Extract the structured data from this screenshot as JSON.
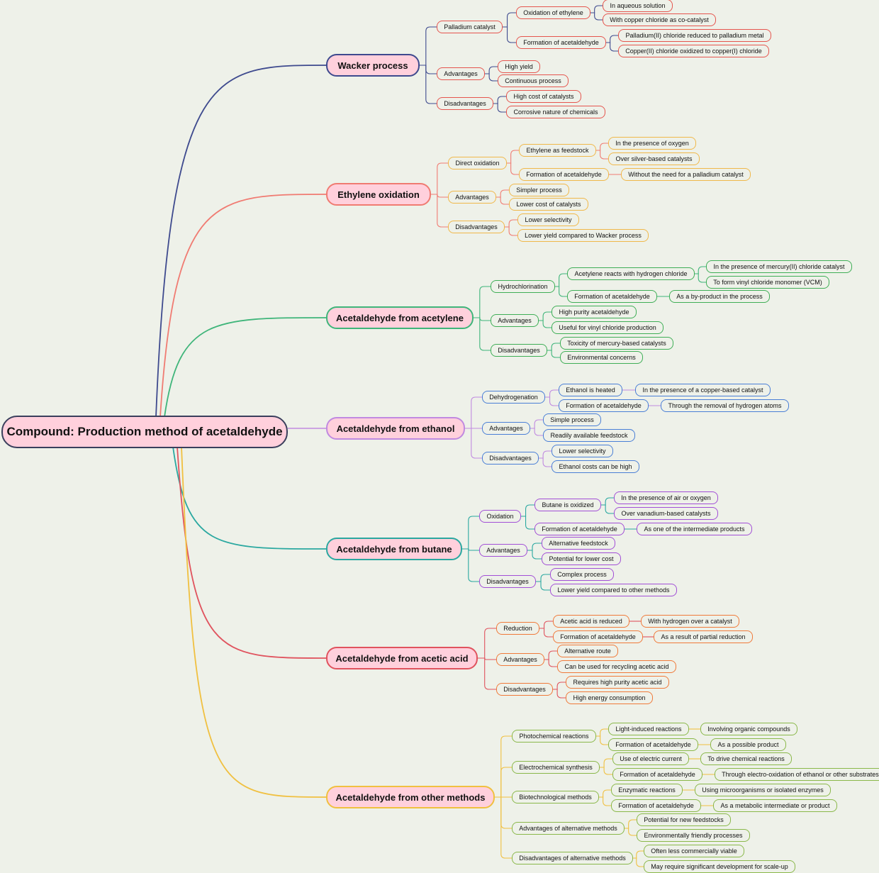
{
  "root": "Compound: Production method of acetaldehyde",
  "branches": [
    {
      "label": "Wacker process",
      "color": "#3e4a8e",
      "leaf_color": "#e5554e",
      "children": [
        {
          "label": "Palladium catalyst",
          "children": [
            {
              "label": "Oxidation of ethylene",
              "children": [
                "In aqueous solution",
                "With copper chloride as co-catalyst"
              ]
            },
            {
              "label": "Formation of acetaldehyde",
              "children": [
                "Palladium(II) chloride reduced to palladium metal",
                "Copper(II) chloride oxidized to copper(I) chloride"
              ]
            }
          ]
        },
        {
          "label": "Advantages",
          "children": [
            "High yield",
            "Continuous process"
          ]
        },
        {
          "label": "Disadvantages",
          "children": [
            "High cost of catalysts",
            "Corrosive nature of chemicals"
          ]
        }
      ]
    },
    {
      "label": "Ethylene oxidation",
      "color": "#f07b72",
      "leaf_color": "#f0b84a",
      "children": [
        {
          "label": "Direct oxidation",
          "children": [
            {
              "label": "Ethylene as feedstock",
              "children": [
                "In the presence of oxygen",
                "Over silver-based catalysts"
              ]
            },
            {
              "label": "Formation of acetaldehyde",
              "children": [
                "Without the need for a palladium catalyst"
              ]
            }
          ]
        },
        {
          "label": "Advantages",
          "children": [
            "Simpler process",
            "Lower cost of catalysts"
          ]
        },
        {
          "label": "Disadvantages",
          "children": [
            "Lower selectivity",
            "Lower yield compared to Wacker process"
          ]
        }
      ]
    },
    {
      "label": "Acetaldehyde from acetylene",
      "color": "#3fb57a",
      "leaf_color": "#3fae56",
      "children": [
        {
          "label": "Hydrochlorination",
          "children": [
            {
              "label": "Acetylene reacts with hydrogen chloride",
              "children": [
                "In the presence of mercury(II) chloride catalyst",
                "To form vinyl chloride monomer (VCM)"
              ]
            },
            {
              "label": "Formation of acetaldehyde",
              "children": [
                "As a by-product in the process"
              ]
            }
          ]
        },
        {
          "label": "Advantages",
          "children": [
            "High purity acetaldehyde",
            "Useful for vinyl chloride production"
          ]
        },
        {
          "label": "Disadvantages",
          "children": [
            "Toxicity of mercury-based catalysts",
            "Environmental concerns"
          ]
        }
      ]
    },
    {
      "label": "Acetaldehyde from ethanol",
      "color": "#c08ae0",
      "leaf_color": "#4a7fd6",
      "children": [
        {
          "label": "Dehydrogenation",
          "children": [
            {
              "label": "Ethanol is heated",
              "children": [
                "In the presence of a copper-based catalyst"
              ]
            },
            {
              "label": "Formation of acetaldehyde",
              "children": [
                "Through the removal of hydrogen atoms"
              ]
            }
          ]
        },
        {
          "label": "Advantages",
          "children": [
            "Simple process",
            "Readily available feedstock"
          ]
        },
        {
          "label": "Disadvantages",
          "children": [
            "Lower selectivity",
            "Ethanol costs can be high"
          ]
        }
      ]
    },
    {
      "label": "Acetaldehyde from butane",
      "color": "#2aa8a0",
      "leaf_color": "#a24fd6",
      "children": [
        {
          "label": "Oxidation",
          "children": [
            {
              "label": "Butane is oxidized",
              "children": [
                "In the presence of air or oxygen",
                "Over vanadium-based catalysts"
              ]
            },
            {
              "label": "Formation of acetaldehyde",
              "children": [
                "As one of the intermediate products"
              ]
            }
          ]
        },
        {
          "label": "Advantages",
          "children": [
            "Alternative feedstock",
            "Potential for lower cost"
          ]
        },
        {
          "label": "Disadvantages",
          "children": [
            "Complex process",
            "Lower yield compared to other methods"
          ]
        }
      ]
    },
    {
      "label": "Acetaldehyde from acetic acid",
      "color": "#e0535e",
      "leaf_color": "#f07a3a",
      "children": [
        {
          "label": "Reduction",
          "children": [
            {
              "label": "Acetic acid is reduced",
              "children": [
                "With hydrogen over a catalyst"
              ]
            },
            {
              "label": "Formation of acetaldehyde",
              "children": [
                "As a result of partial reduction"
              ]
            }
          ]
        },
        {
          "label": "Advantages",
          "children": [
            "Alternative route",
            "Can be used for recycling acetic acid"
          ]
        },
        {
          "label": "Disadvantages",
          "children": [
            "Requires high purity acetic acid",
            "High energy consumption"
          ]
        }
      ]
    },
    {
      "label": "Acetaldehyde from other methods",
      "color": "#f0c040",
      "leaf_color": "#8ab84a",
      "children": [
        {
          "label": "Photochemical reactions",
          "children": [
            {
              "label": "Light-induced reactions",
              "children": [
                "Involving organic compounds"
              ]
            },
            {
              "label": "Formation of acetaldehyde",
              "children": [
                "As a possible product"
              ]
            }
          ]
        },
        {
          "label": "Electrochemical synthesis",
          "children": [
            {
              "label": "Use of electric current",
              "children": [
                "To drive chemical reactions"
              ]
            },
            {
              "label": "Formation of acetaldehyde",
              "children": [
                "Through electro-oxidation of ethanol or other substrates"
              ]
            }
          ]
        },
        {
          "label": "Biotechnological methods",
          "children": [
            {
              "label": "Enzymatic reactions",
              "children": [
                "Using microorganisms or isolated enzymes"
              ]
            },
            {
              "label": "Formation of acetaldehyde",
              "children": [
                "As a metabolic intermediate or product"
              ]
            }
          ]
        },
        {
          "label": "Advantages of alternative methods",
          "children": [
            "Potential for new feedstocks",
            "Environmentally friendly processes"
          ]
        },
        {
          "label": "Disadvantages of alternative methods",
          "children": [
            "Often less commercially viable",
            "May require significant development for scale-up"
          ]
        }
      ]
    }
  ]
}
